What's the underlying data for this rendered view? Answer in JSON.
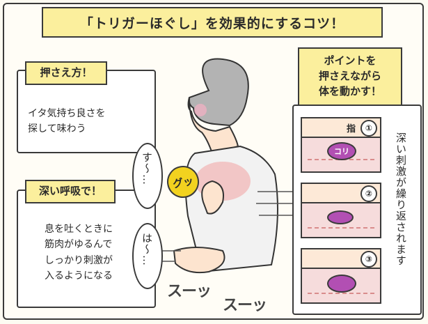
{
  "title": "「トリガーほぐし」を効果的にするコツ！",
  "left_tips": [
    {
      "heading": "押さえ方！",
      "body": "イタ気持ち良さを\n探して味わう"
    },
    {
      "heading": "深い呼吸で！",
      "body": "息を吐くときに\n筋肉がゆるんで\nしっかり刺激が\n入るようになる"
    }
  ],
  "right_tip": {
    "heading": "ポイントを\n押さえながら\n体を動かす！",
    "side_text": "深い刺激が繰り返されます"
  },
  "steps": [
    {
      "num": "①",
      "finger_label": "指",
      "knot_label": "コリ"
    },
    {
      "num": "②",
      "finger_label": "",
      "knot_label": ""
    },
    {
      "num": "③",
      "finger_label": "",
      "knot_label": ""
    }
  ],
  "onomatopoeia": {
    "breath_in": "す〜…",
    "breath_out": "は〜…",
    "press": "グッ",
    "exhale_1": "スーッ",
    "exhale_2": "スーッ"
  },
  "colors": {
    "yellow": "#fbef9d",
    "knot": "#b24fb3",
    "muscle": "#f6dcdc",
    "skin": "#fde9d7",
    "badge": "#f2d21f"
  }
}
